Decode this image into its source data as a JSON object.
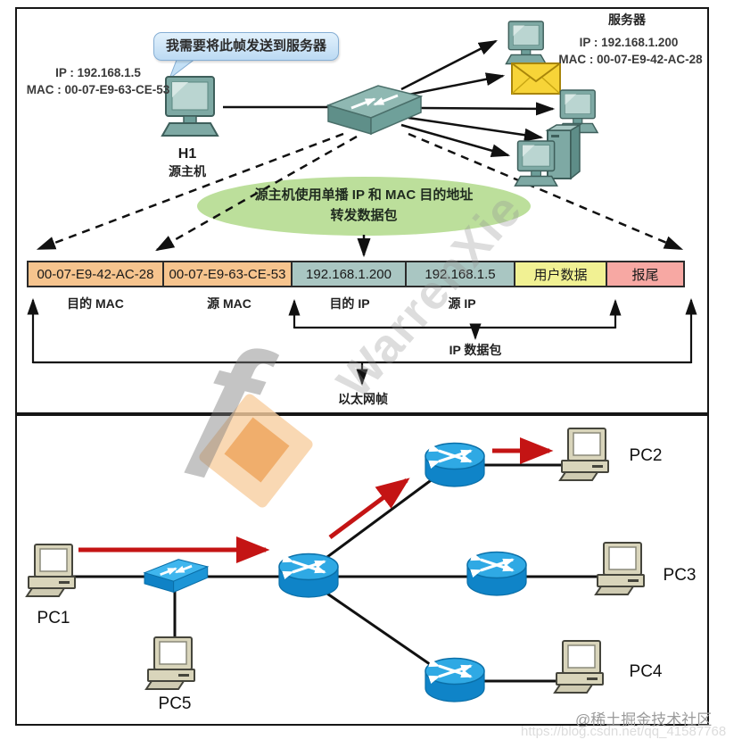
{
  "top": {
    "bubble_text": "我需要将此帧发送到服务器",
    "source_host": {
      "ip": "IP : 192.168.1.5",
      "mac": "MAC : 00-07-E9-63-CE-53",
      "name": "H1",
      "role": "源主机"
    },
    "server": {
      "title": "服务器",
      "ip": "IP : 192.168.1.200",
      "mac": "MAC : 00-07-E9-42-AC-28"
    },
    "ellipse": {
      "line1": "源主机使用单播 IP 和 MAC 目的地址",
      "line2": "转发数据包"
    },
    "frame": {
      "cells": [
        {
          "value": "00-07-E9-42-AC-28",
          "label": "目的 MAC",
          "color": "#F6C48E"
        },
        {
          "value": "00-07-E9-63-CE-53",
          "label": "源 MAC",
          "color": "#F6C48E"
        },
        {
          "value": "192.168.1.200",
          "label": "目的 IP",
          "color": "#A9C6C2"
        },
        {
          "value": "192.168.1.5",
          "label": "源 IP",
          "color": "#A9C6C2"
        },
        {
          "value": "用户数据",
          "label": "",
          "color": "#F1F193"
        },
        {
          "value": "报尾",
          "label": "",
          "color": "#F7A8A3"
        }
      ],
      "ip_packet_label": "IP 数据包",
      "ethernet_label": "以太网帧"
    }
  },
  "bottom": {
    "pc_labels": [
      "PC1",
      "PC2",
      "PC3",
      "PC4",
      "PC5"
    ]
  },
  "watermarks": {
    "diagonal": "WarrenXie",
    "logo_glyph": "ƒ",
    "community": "@稀土掘金技术社区",
    "url": "https://blog.csdn.net/qq_41587768"
  },
  "colors": {
    "frame_mac": "#F6C48E",
    "frame_ip": "#A9C6C2",
    "frame_user_data": "#F1F193",
    "frame_trailer": "#F7A8A3",
    "speech_bubble": "#C9E3F7",
    "ellipse_green": "#BCDF9B",
    "device_teal": "#7EA9A4",
    "cisco_blue": "#1E9CD7",
    "arrow_red": "#C41414"
  }
}
